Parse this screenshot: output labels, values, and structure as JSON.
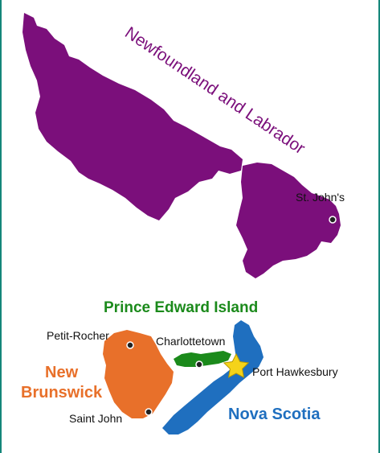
{
  "regions": {
    "newfoundland": {
      "label": "Newfoundland and Labrador",
      "color": "#7b0f7b"
    },
    "pei": {
      "label": "Prince Edward Island",
      "color": "#1b8a1b"
    },
    "new_brunswick": {
      "label_line1": "New",
      "label_line2": "Brunswick",
      "color": "#e8702a"
    },
    "nova_scotia": {
      "label": "Nova Scotia",
      "color": "#1f6fbf"
    }
  },
  "cities": {
    "st_johns": "St. John's",
    "petit_rocher": "Petit-Rocher",
    "charlottetown": "Charlottetown",
    "saint_john": "Saint John",
    "port_hawkesbury": "Port Hawkesbury"
  },
  "marker": {
    "star_color": "#f5d31a",
    "star_stroke": "#b89a00",
    "dot_color": "#222222"
  }
}
